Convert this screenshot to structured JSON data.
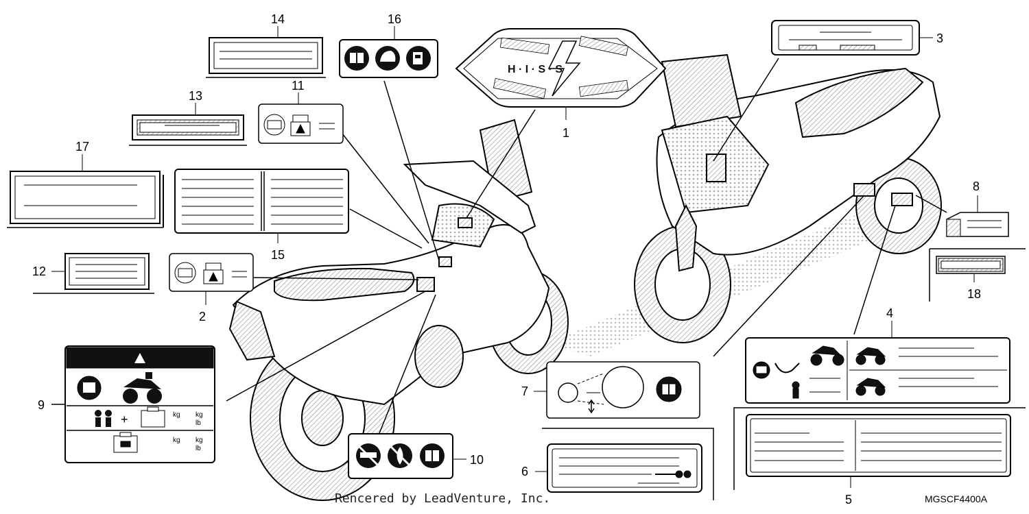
{
  "callouts": {
    "c1": "1",
    "c2": "2",
    "c3": "3",
    "c4": "4",
    "c5": "5",
    "c6": "6",
    "c7": "7",
    "c8": "8",
    "c9": "9",
    "c10": "10",
    "c11": "11",
    "c12": "12",
    "c13": "13",
    "c14": "14",
    "c15": "15",
    "c16": "16",
    "c17": "17",
    "c18": "18"
  },
  "label9": {
    "kg": "kg",
    "lb": "lb"
  },
  "hiss_label": {
    "hiss": "H · I · S · S"
  },
  "footer": {
    "rendered_by": "Rencered by LeadVenture, Inc.",
    "diagram_code": "MGSCF4400A"
  },
  "icons": [
    "manual-icon",
    "helmet-icon",
    "fuel-icon",
    "luggage-icon",
    "motorcycle-icon",
    "no-smoking-icon",
    "no-flame-icon",
    "warning-icon",
    "passenger-icon"
  ],
  "colors": {
    "line": "#000000",
    "hatch": "#bdbdbd",
    "fill": "#ffffff"
  }
}
